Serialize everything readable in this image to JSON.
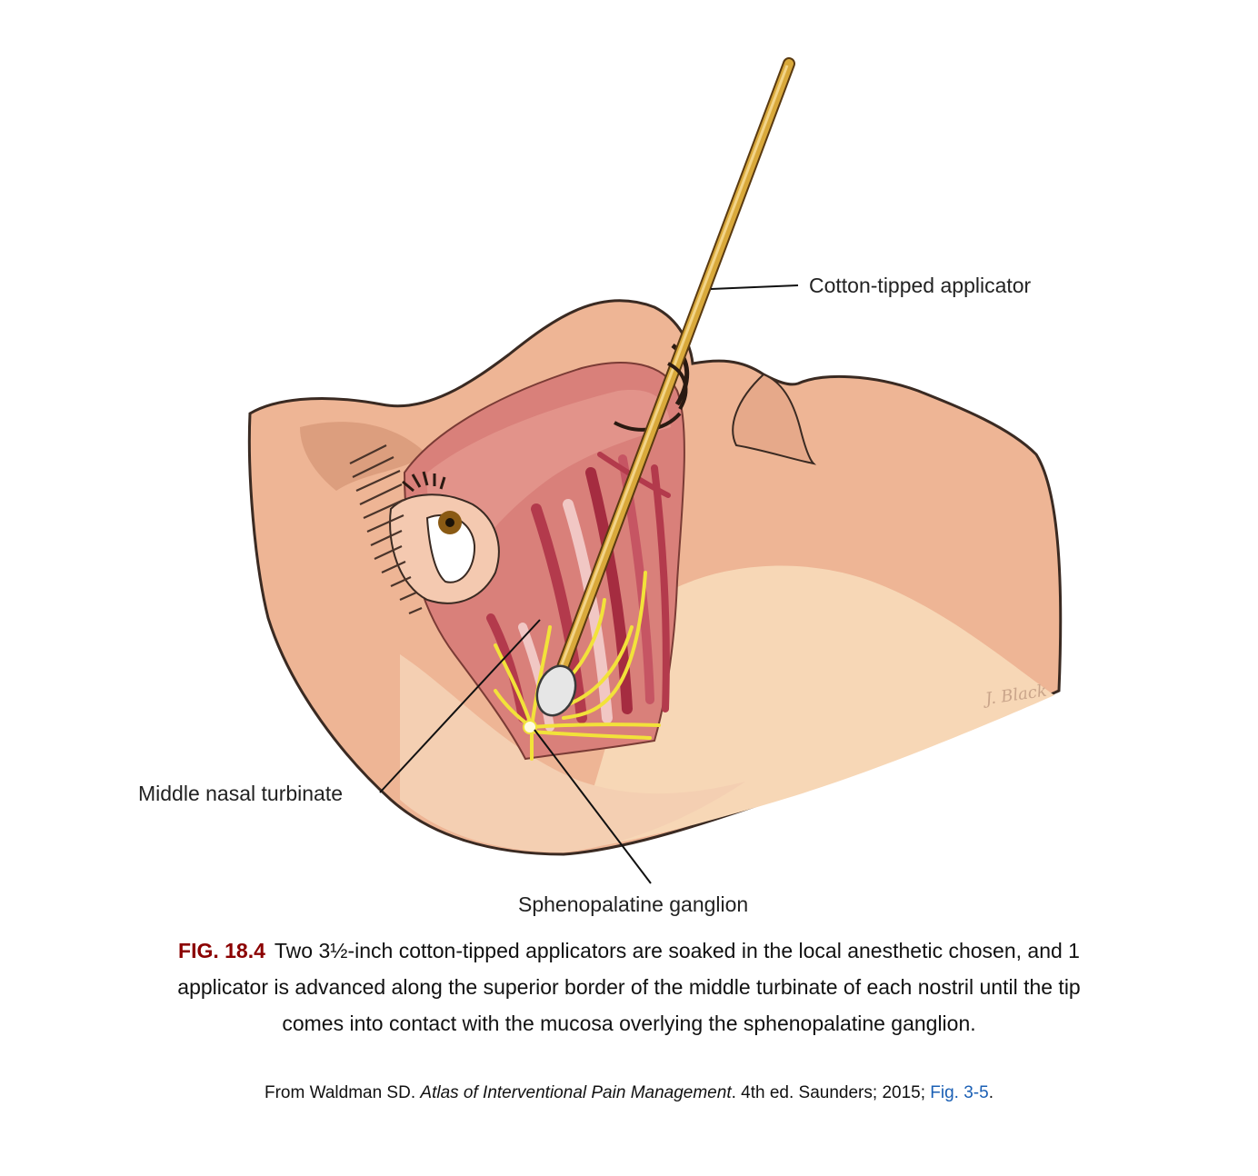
{
  "labels": {
    "applicator": "Cotton-tipped applicator",
    "turbinate": "Middle nasal turbinate",
    "ganglion": "Sphenopalatine ganglion"
  },
  "signature": "J. Black",
  "caption": {
    "figure_number": "FIG. 18.4",
    "text": "Two 3½-inch cotton-tipped applicators are soaked in the local anesthetic chosen, and 1 applicator is advanced along the superior border of the middle turbinate of each nostril until the tip comes into contact with the mucosa overlying the sphenopalatine ganglion."
  },
  "source": {
    "prefix": "From Waldman SD. ",
    "title": "Atlas of Interventional Pain Management",
    "suffix": ". 4th ed. Saunders; 2015; ",
    "link": "Fig. 3-5",
    "end": "."
  },
  "colors": {
    "skin": "#eeb595",
    "skin_light": "#f4cfb2",
    "skin_shadow": "#dc9e7e",
    "cavity": "#d9807a",
    "muscle": "#b33a4c",
    "nerve": "#f2e23a",
    "applicator": "#d9a93b",
    "link": "#1a5fb4",
    "fig_number": "#8b0000"
  }
}
